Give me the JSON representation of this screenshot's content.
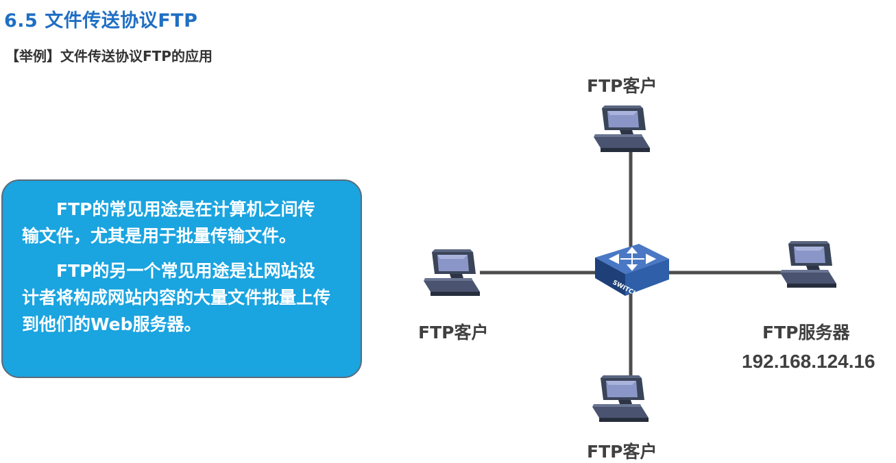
{
  "header": {
    "title": "6.5 文件传送协议FTP",
    "subtitle": "【举例】文件传送协议FTP的应用"
  },
  "info_box": {
    "paragraphs": [
      "FTP的常见用途是在计算机之间传输文件，尤其是用于批量传输文件。",
      "FTP的另一个常见用途是让网站设计者将构成网站内容的大量文件批量上传到他们的Web服务器。"
    ]
  },
  "diagram": {
    "switch_label": "SWITCH",
    "nodes": {
      "top": {
        "label": "FTP客户"
      },
      "left": {
        "label": "FTP客户"
      },
      "bottom": {
        "label": "FTP客户"
      },
      "right": {
        "label": "FTP服务器",
        "ip": "192.168.124.16"
      }
    }
  },
  "colors": {
    "title": "#1f6fc3",
    "info_box_bg": "#1aa4e0",
    "link_line": "#4d4d4d",
    "switch_blue": "#2e5fa8"
  }
}
